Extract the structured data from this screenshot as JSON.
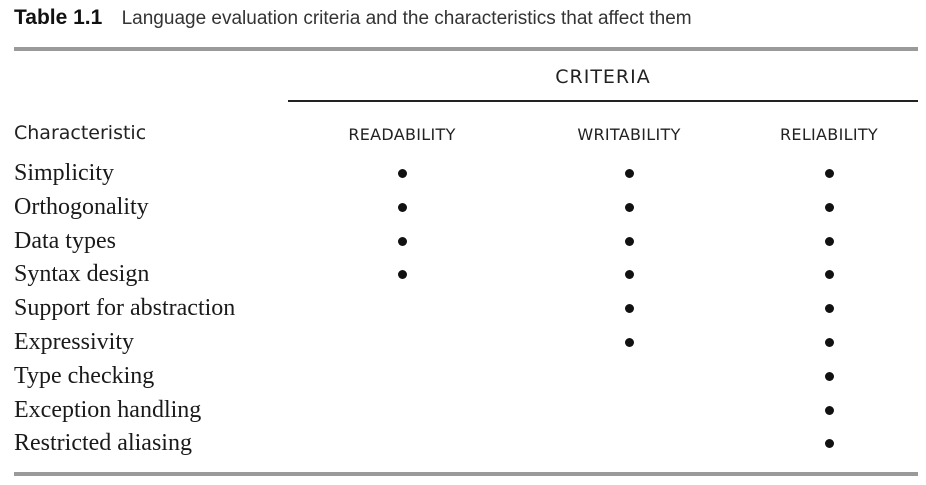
{
  "table": {
    "caption_label": "Table 1.1",
    "caption_text": "Language evaluation criteria and the characteristics that affect them",
    "criteria_heading": "CRITERIA",
    "characteristic_heading": "Characteristic",
    "columns": [
      "READABILITY",
      "WRITABILITY",
      "RELIABILITY"
    ],
    "rows": [
      {
        "label": "Simplicity",
        "marks": [
          true,
          true,
          true
        ]
      },
      {
        "label": "Orthogonality",
        "marks": [
          true,
          true,
          true
        ]
      },
      {
        "label": "Data types",
        "marks": [
          true,
          true,
          true
        ]
      },
      {
        "label": "Syntax design",
        "marks": [
          true,
          true,
          true
        ]
      },
      {
        "label": "Support for abstraction",
        "marks": [
          false,
          true,
          true
        ]
      },
      {
        "label": "Expressivity",
        "marks": [
          false,
          true,
          true
        ]
      },
      {
        "label": "Type checking",
        "marks": [
          false,
          false,
          true
        ]
      },
      {
        "label": "Exception handling",
        "marks": [
          false,
          false,
          true
        ]
      },
      {
        "label": "Restricted aliasing",
        "marks": [
          false,
          false,
          true
        ]
      }
    ]
  }
}
